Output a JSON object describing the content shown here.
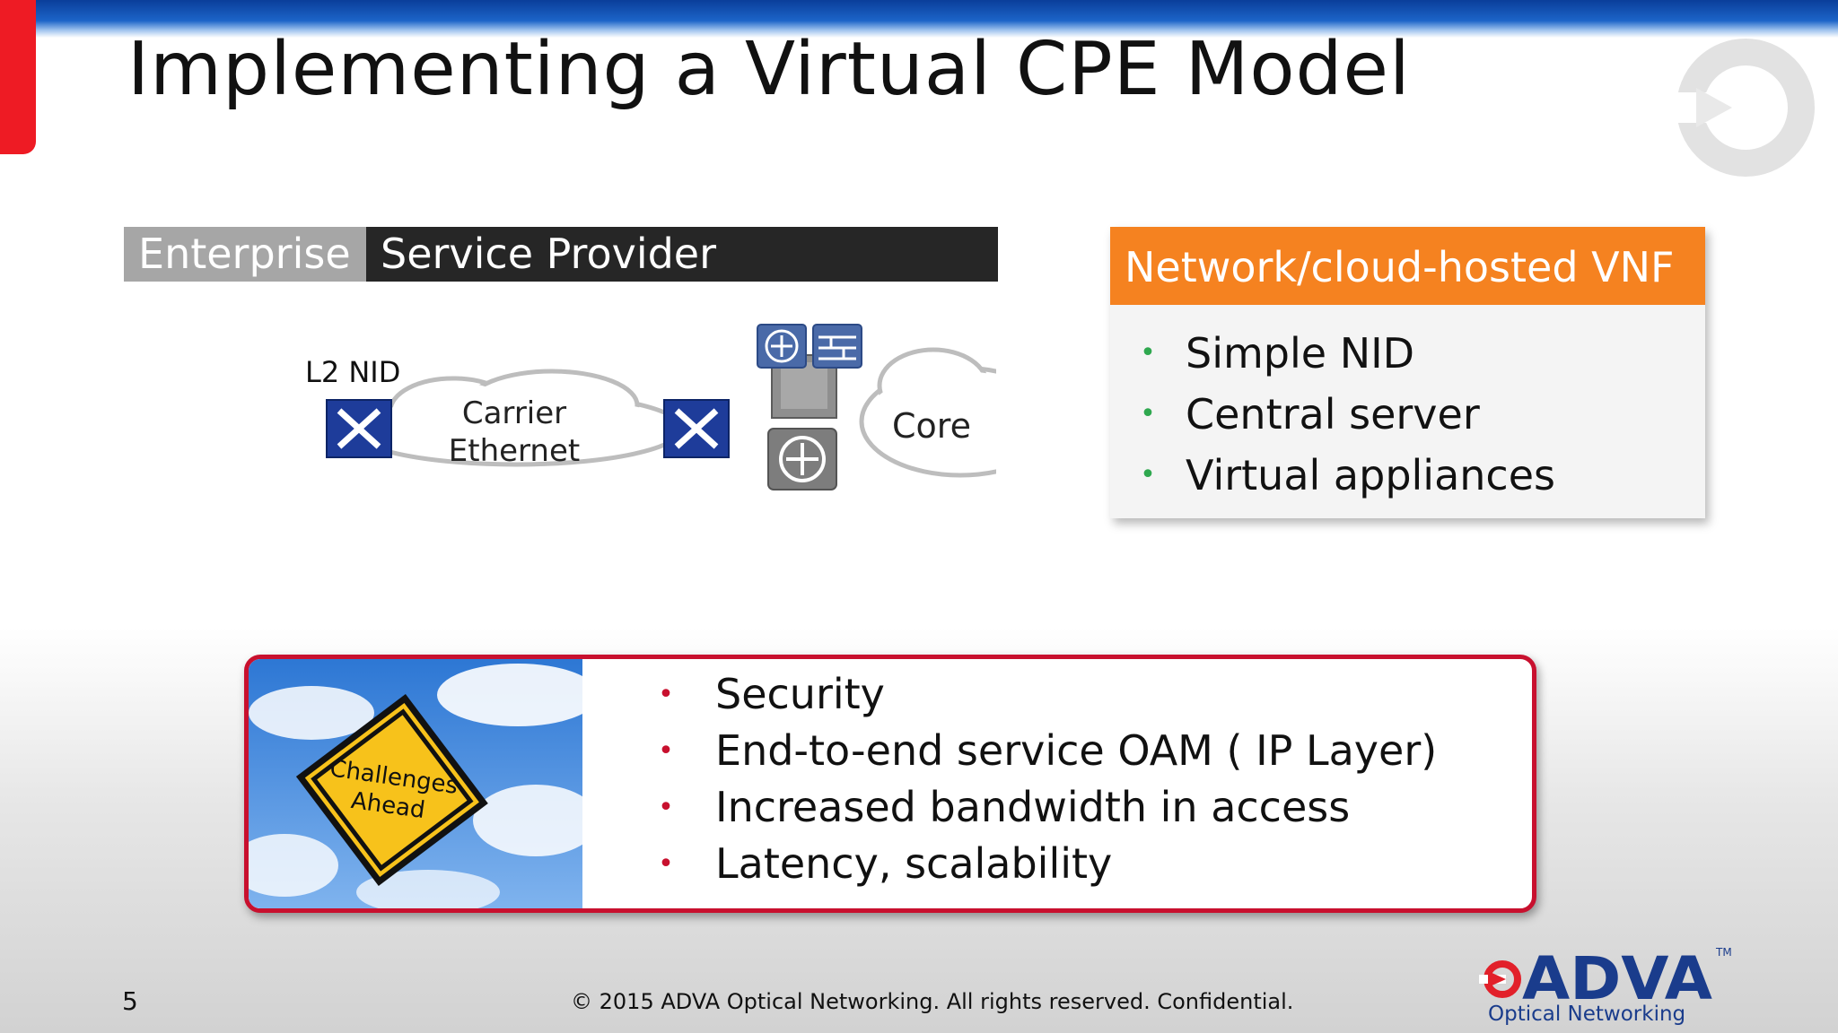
{
  "slide": {
    "title": "Implementing a Virtual CPE Model",
    "page_number": "5",
    "footer": "© 2015 ADVA Optical Networking. All rights reserved. Confidential."
  },
  "segments": {
    "enterprise": "Enterprise",
    "service_provider": "Service Provider"
  },
  "diagram": {
    "nid_label": "L2 NID",
    "carrier_line1": "Carrier",
    "carrier_line2": "Ethernet",
    "core_label": "Core"
  },
  "vnf": {
    "heading": "Network/cloud-hosted VNF",
    "items": [
      "Simple NID",
      "Central server",
      "Virtual appliances"
    ],
    "bullet_color": "#2fa84f",
    "accent": "#f58220"
  },
  "challenges": {
    "sign_line1": "Challenges",
    "sign_line2": "Ahead",
    "items": [
      "Security",
      "End-to-end service OAM ( IP Layer)",
      "Increased bandwidth in access",
      "Latency, scalability"
    ],
    "bullet_color": "#c8102e"
  },
  "logo": {
    "brand": "ADVA",
    "tagline": "Optical Networking",
    "tm": "TM"
  },
  "bullet_char": "•"
}
